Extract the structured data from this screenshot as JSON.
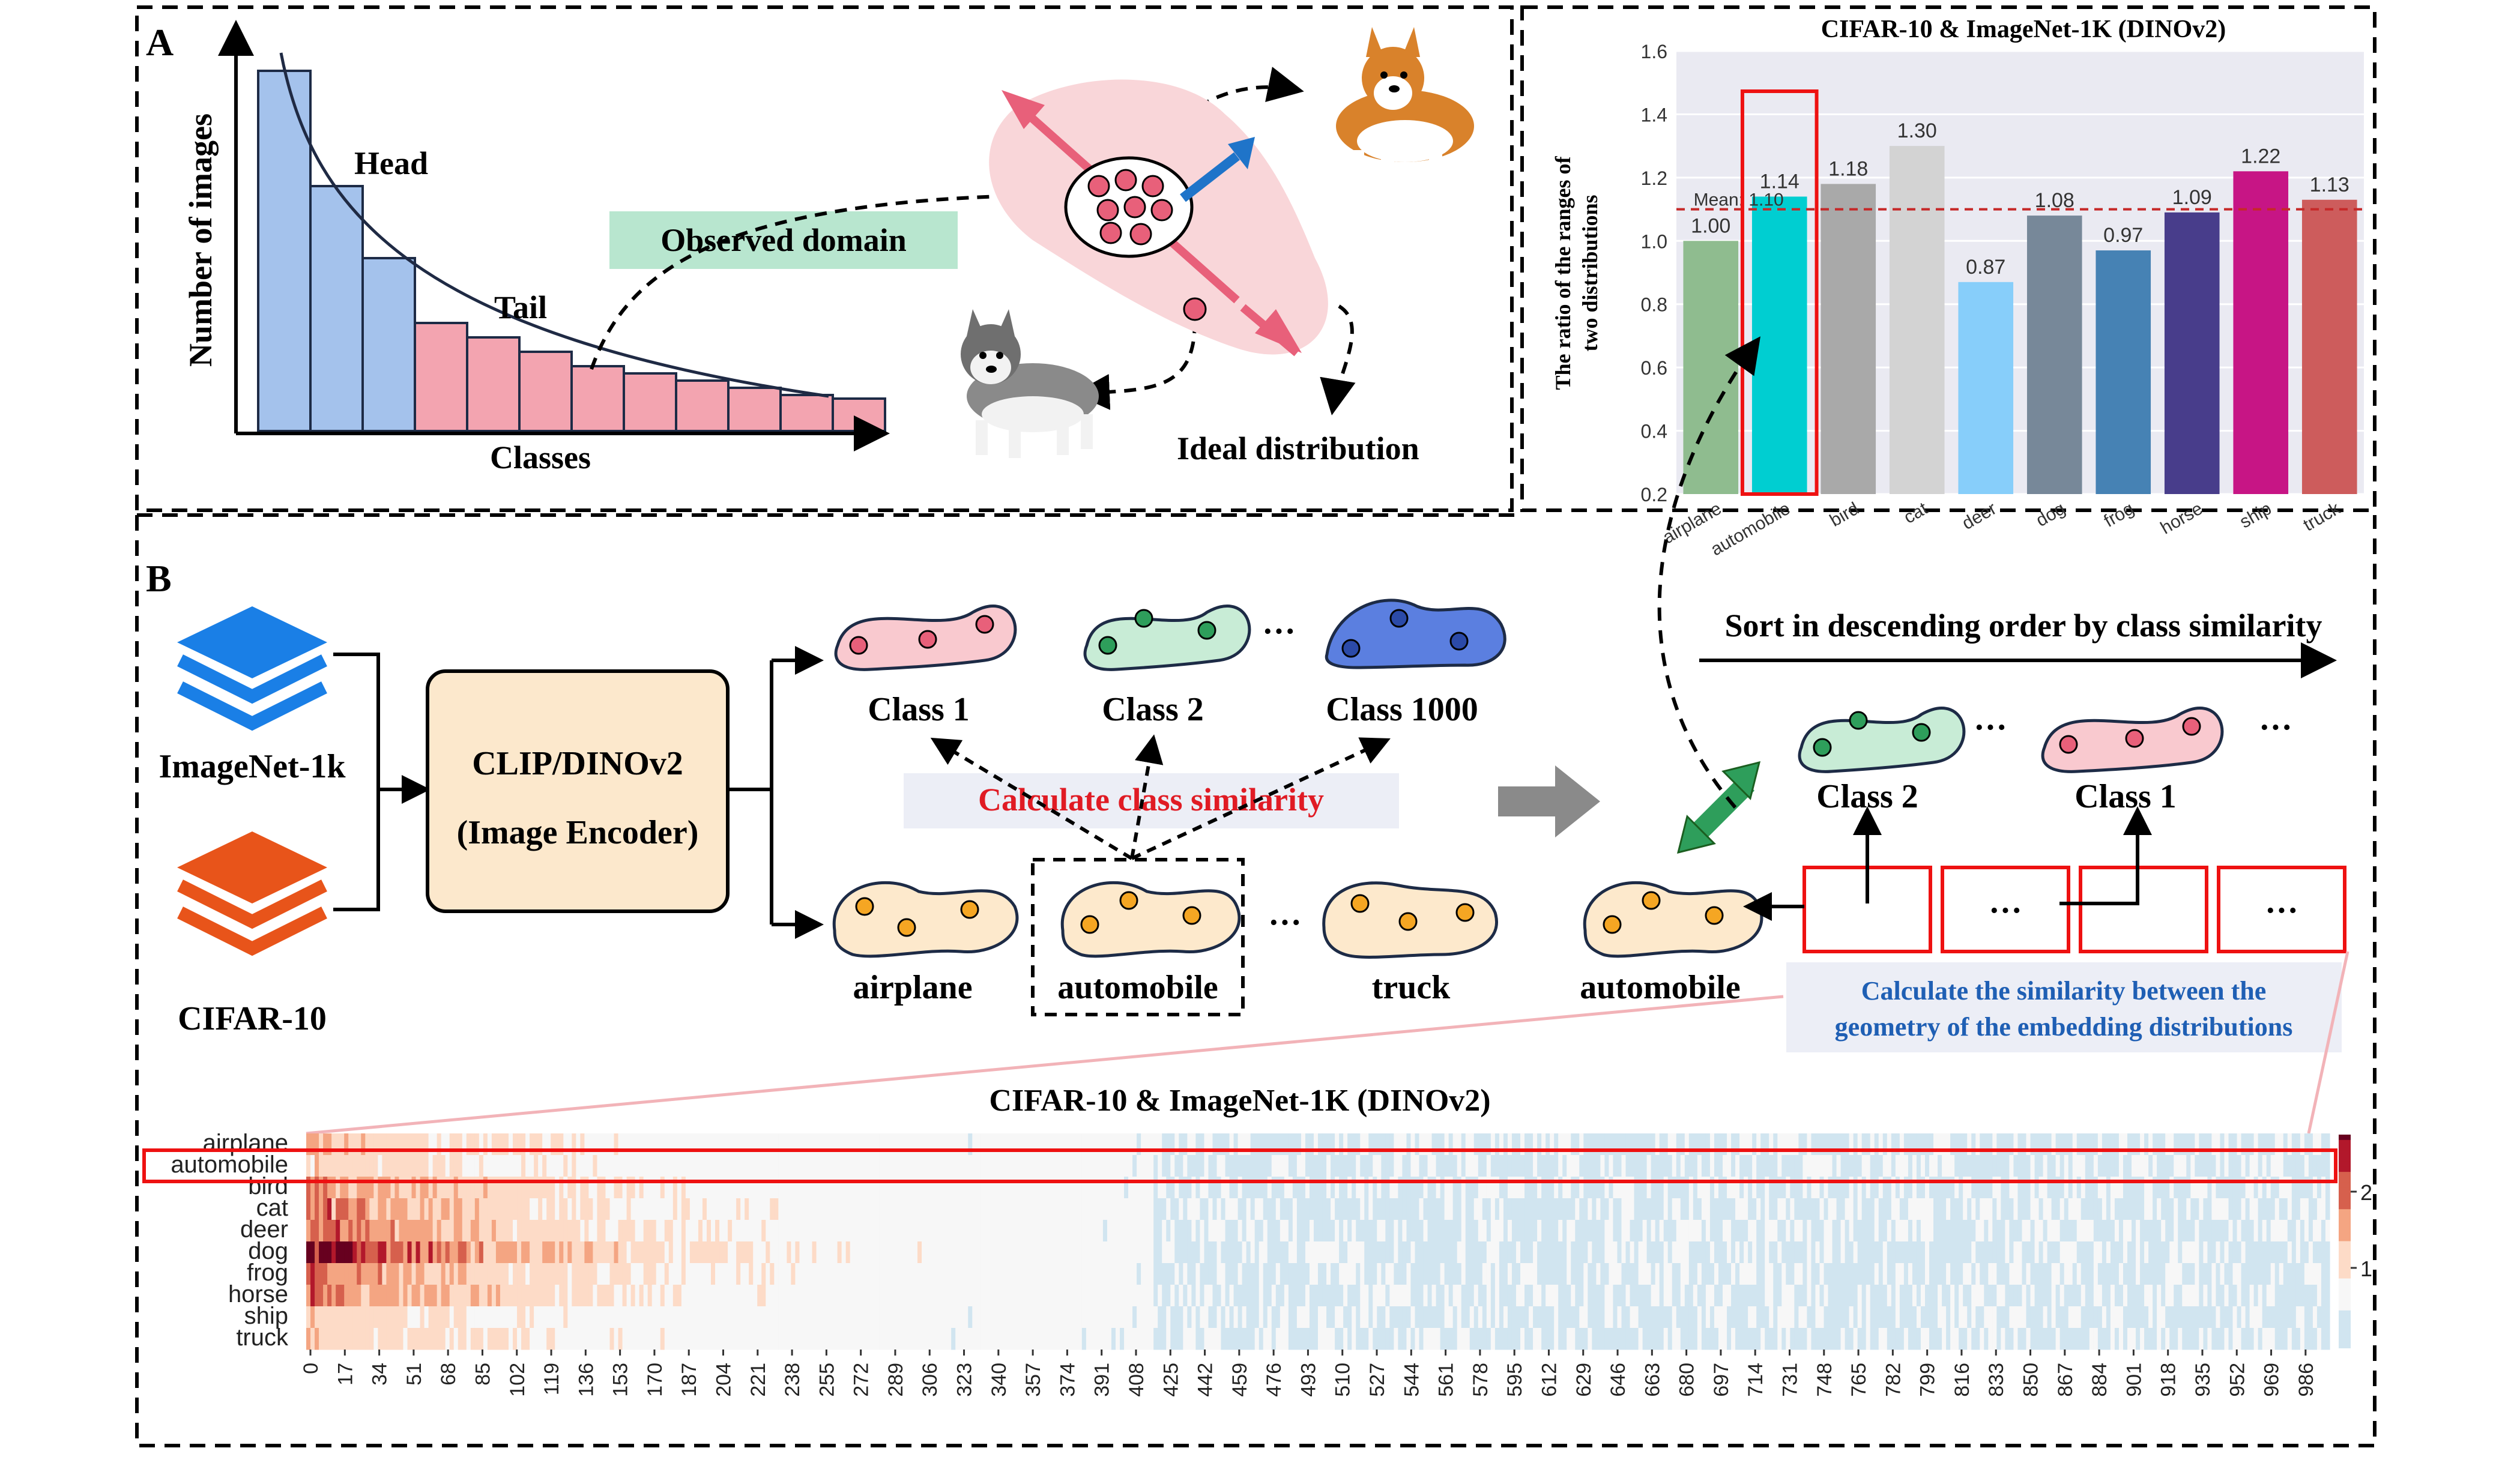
{
  "panel_a": {
    "label": "A",
    "y_axis_label": "Number of images",
    "x_axis_label": "Classes",
    "head_label": "Head",
    "tail_label": "Tail",
    "observed_domain": "Observed domain",
    "ideal_distribution": "Ideal distribution",
    "head_bar_values": [
      100,
      68,
      48
    ],
    "tail_bar_values": [
      30,
      26,
      22,
      18,
      16,
      14,
      12,
      10,
      9
    ]
  },
  "panel_b": {
    "label": "B",
    "datasets": [
      "ImageNet-1k",
      "CIFAR-10"
    ],
    "encoder_line1": "CLIP/DINOv2",
    "encoder_line2": "(Image Encoder)",
    "imagenet_classes": [
      "Class 1",
      "Class 2",
      "Class 1000"
    ],
    "cifar_classes": [
      "airplane",
      "automobile",
      "truck"
    ],
    "ellipsis": "···",
    "calc_class_similarity": "Calculate class similarity",
    "sort_label": "Sort in descending order by class similarity",
    "sorted_classes": [
      "Class 2",
      "Class 1"
    ],
    "query_class": "automobile",
    "geometry_line1": "Calculate the similarity between the",
    "geometry_line2": "geometry of the embedding distributions"
  },
  "chart_data": [
    {
      "type": "bar",
      "title": "CIFAR-10 & ImageNet-1K (DINOv2)",
      "ylabel_line1": "The ratio of the ranges of",
      "ylabel_line2": "two distributions",
      "categories": [
        "airplane",
        "automobile",
        "bird",
        "cat",
        "deer",
        "dog",
        "frog",
        "horse",
        "ship",
        "truck"
      ],
      "values": [
        1.0,
        1.14,
        1.18,
        1.3,
        0.87,
        1.08,
        0.97,
        1.09,
        1.22,
        1.13
      ],
      "value_labels": [
        "1.00",
        "1.14",
        "1.18",
        "1.30",
        "0.87",
        "1.08",
        "0.97",
        "1.09",
        "1.22",
        "1.13"
      ],
      "colors": [
        "#8fbc8f",
        "#00ced1",
        "#a9a9a9",
        "#d3d3d3",
        "#87cefa",
        "#778899",
        "#4682b4",
        "#483d8b",
        "#c71585",
        "#cd5c5c"
      ],
      "ylim": [
        0.2,
        1.6
      ],
      "yticks": [
        "0.2",
        "0.4",
        "0.6",
        "0.8",
        "1.0",
        "1.2",
        "1.4",
        "1.6"
      ],
      "mean_value": 1.1,
      "mean_label": "Mean: 1.10",
      "highlight": "automobile",
      "grid": true
    },
    {
      "type": "heatmap",
      "title": "CIFAR-10 & ImageNet-1K (DINOv2)",
      "rows": [
        "airplane",
        "automobile",
        "bird",
        "cat",
        "deer",
        "dog",
        "frog",
        "horse",
        "ship",
        "truck"
      ],
      "x_ticks": [
        "0",
        "17",
        "34",
        "51",
        "68",
        "85",
        "102",
        "119",
        "136",
        "153",
        "170",
        "187",
        "204",
        "221",
        "238",
        "255",
        "272",
        "289",
        "306",
        "323",
        "340",
        "357",
        "374",
        "391",
        "408",
        "425",
        "442",
        "459",
        "476",
        "493",
        "510",
        "527",
        "544",
        "561",
        "578",
        "595",
        "612",
        "629",
        "646",
        "663",
        "680",
        "697",
        "714",
        "731",
        "748",
        "765",
        "782",
        "799",
        "816",
        "833",
        "850",
        "867",
        "884",
        "901",
        "918",
        "935",
        "952",
        "969",
        "986"
      ],
      "colorbar_ticks": [
        "2",
        "1"
      ],
      "highlight_row": "automobile",
      "colormap": [
        "#d1e5f0",
        "#f7f7f7",
        "#fddbc7",
        "#f4a582",
        "#d6604d",
        "#b2182b",
        "#67001f"
      ]
    }
  ]
}
